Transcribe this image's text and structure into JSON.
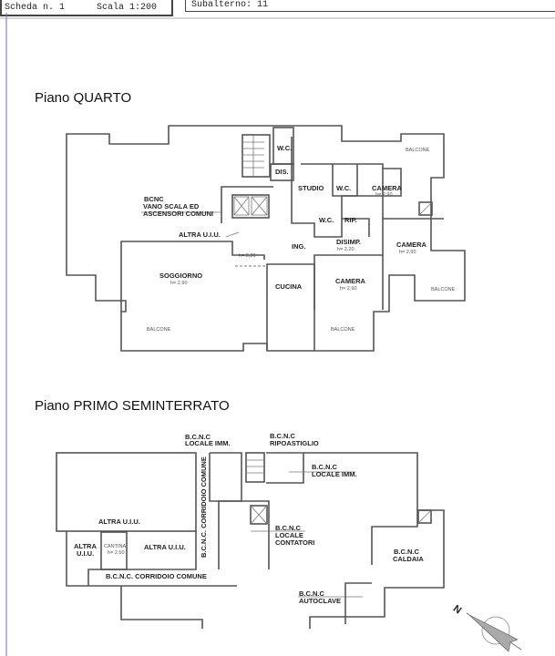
{
  "header": {
    "scheda": "Scheda n. 1",
    "scala": "Scala 1:200",
    "subalterno": "Subalterno: 11"
  },
  "plans": [
    {
      "title": "Piano  QUARTO",
      "labels": {
        "wc1": "W.C.",
        "dis": "DIS.",
        "studio": "STUDIO",
        "wc2": "W.C.",
        "camera1": "CAMERA",
        "camera1_h": "h= 2,90",
        "bcnc": "BCNC",
        "vano1": "VANO SCALA ED",
        "vano2": "ASCENSORI COMUNI",
        "wc3": "W.C.",
        "rip": "RIP.",
        "altra": "ALTRA U.I.U.",
        "ing": "ING.",
        "ing_h": "h= 2,20",
        "disimp": "DISIMP.",
        "disimp_h": "h= 2,20",
        "camera2": "CAMERA",
        "camera2_h": "h= 2,90",
        "soggiorno": "SOGGIORNO",
        "soggiorno_h": "h= 2,90",
        "cucina": "CUCINA",
        "camera3": "CAMERA",
        "camera3_h": "h= 2,90",
        "balcone_top": "BALCONE",
        "balcone_right": "BALCONE",
        "balcone_left": "BALCONE",
        "balcone_mid": "BALCONE"
      }
    },
    {
      "title": "Piano  PRIMO SEMINTERRATO",
      "labels": {
        "bcnc1": "B.C.N.C",
        "locale_imm1": "LOCALE IMM.",
        "bcnc2": "B.C.N.C",
        "ripostiglio": "RIPOASTIGLIO",
        "bcnc3": "B.C.N.C",
        "locale_imm2": "LOCALE IMM.",
        "corridoio_v": "B.C.N.C. CORRIDOIO COMUNE",
        "altra1": "ALTRA U.I.U.",
        "altra2a": "ALTRA",
        "altra2b": "U.I.U.",
        "cantina": "CANTINA",
        "cantina_h": "h= 2,50",
        "altra3": "ALTRA U.I.U.",
        "bcnc4": "B.C.N.C",
        "contatori1": "LOCALE",
        "contatori2": "CONTATORI",
        "corridoio_h": "B.C.N.C. CORRIDOIO COMUNE",
        "bcnc5": "B.C.N.C",
        "caldaia": "CALDAIA",
        "bcnc6": "B.C.N.C",
        "autoclave": "AUTOCLAVE"
      }
    }
  ],
  "compass": {
    "label": "N"
  }
}
